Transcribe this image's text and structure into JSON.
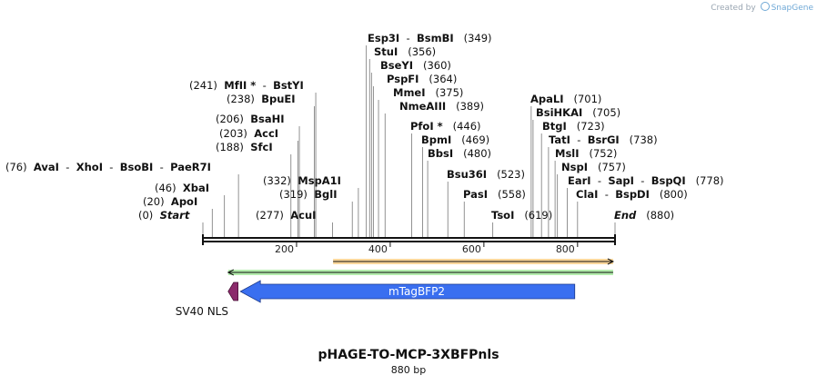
{
  "credit": {
    "prefix": "Created by",
    "brand": "SnapGene",
    "icon": "snapgene-logo-icon"
  },
  "sequence": {
    "name": "pHAGE-TO-MCP-3XBFPnls",
    "length_label": "880 bp",
    "length": 880
  },
  "axis_ticks": [
    {
      "pos": 200,
      "label": "200"
    },
    {
      "pos": 400,
      "label": "400"
    },
    {
      "pos": 600,
      "label": "600"
    },
    {
      "pos": 800,
      "label": "800"
    }
  ],
  "sites": [
    {
      "pos": 0,
      "text": "(0)",
      "names": [
        "Start"
      ],
      "type": "terminus"
    },
    {
      "pos": 20,
      "text": "(20)",
      "names": [
        "ApoI"
      ]
    },
    {
      "pos": 46,
      "text": "(46)",
      "names": [
        "XbaI"
      ]
    },
    {
      "pos": 76,
      "text": "(76)",
      "names": [
        "AvaI",
        "XhoI",
        "BsoBI",
        "PaeR7I"
      ]
    },
    {
      "pos": 188,
      "text": "(188)",
      "names": [
        "SfcI"
      ]
    },
    {
      "pos": 203,
      "text": "(203)",
      "names": [
        "AccI"
      ]
    },
    {
      "pos": 206,
      "text": "(206)",
      "names": [
        "BsaHI"
      ]
    },
    {
      "pos": 238,
      "text": "(238)",
      "names": [
        "BpuEI"
      ]
    },
    {
      "pos": 241,
      "text": "(241)",
      "names": [
        "MfII *",
        "BstYI"
      ]
    },
    {
      "pos": 277,
      "text": "(277)",
      "names": [
        "AcuI"
      ]
    },
    {
      "pos": 319,
      "text": "(319)",
      "names": [
        "BglI"
      ]
    },
    {
      "pos": 332,
      "text": "(332)",
      "names": [
        "MspA1I"
      ]
    },
    {
      "pos": 349,
      "text": "(349)",
      "names": [
        "Esp3I",
        "BsmBI"
      ]
    },
    {
      "pos": 356,
      "text": "(356)",
      "names": [
        "StuI"
      ]
    },
    {
      "pos": 360,
      "text": "(360)",
      "names": [
        "BseYI"
      ]
    },
    {
      "pos": 364,
      "text": "(364)",
      "names": [
        "PspFI"
      ]
    },
    {
      "pos": 375,
      "text": "(375)",
      "names": [
        "MmeI"
      ]
    },
    {
      "pos": 389,
      "text": "(389)",
      "names": [
        "NmeAIII"
      ]
    },
    {
      "pos": 446,
      "text": "(446)",
      "names": [
        "PfoI *"
      ]
    },
    {
      "pos": 469,
      "text": "(469)",
      "names": [
        "BpmI"
      ]
    },
    {
      "pos": 480,
      "text": "(480)",
      "names": [
        "BbsI"
      ]
    },
    {
      "pos": 523,
      "text": "(523)",
      "names": [
        "Bsu36I"
      ]
    },
    {
      "pos": 558,
      "text": "(558)",
      "names": [
        "PasI"
      ]
    },
    {
      "pos": 619,
      "text": "(619)",
      "names": [
        "TsoI"
      ]
    },
    {
      "pos": 701,
      "text": "(701)",
      "names": [
        "ApaLI"
      ]
    },
    {
      "pos": 705,
      "text": "(705)",
      "names": [
        "BsiHKAI"
      ]
    },
    {
      "pos": 723,
      "text": "(723)",
      "names": [
        "BtgI"
      ]
    },
    {
      "pos": 738,
      "text": "(738)",
      "names": [
        "TatI",
        "BsrGI"
      ]
    },
    {
      "pos": 752,
      "text": "(752)",
      "names": [
        "MslI"
      ]
    },
    {
      "pos": 757,
      "text": "(757)",
      "names": [
        "NspI"
      ]
    },
    {
      "pos": 778,
      "text": "(778)",
      "names": [
        "EarI",
        "SapI",
        "BspQI"
      ]
    },
    {
      "pos": 800,
      "text": "(800)",
      "names": [
        "ClaI",
        "BspDI"
      ]
    },
    {
      "pos": 880,
      "text": "(880)",
      "names": [
        "End"
      ],
      "type": "terminus"
    }
  ],
  "features": [
    {
      "name": "mTagBFP2",
      "start": 80,
      "end": 794,
      "direction": "reverse",
      "color": "#3a6ff0",
      "kind": "cds"
    },
    {
      "name": "SV40 NLS",
      "start": 54,
      "end": 75,
      "direction": "reverse",
      "color": "#8b2a6b",
      "kind": "nls"
    }
  ],
  "orfs": [
    {
      "start": 278,
      "end": 876,
      "direction": "forward",
      "color": "#f5a623"
    },
    {
      "start": 54,
      "end": 876,
      "direction": "reverse",
      "color": "#58d64a"
    }
  ],
  "colors": {
    "backbone": "#111111",
    "text": "#111111"
  }
}
